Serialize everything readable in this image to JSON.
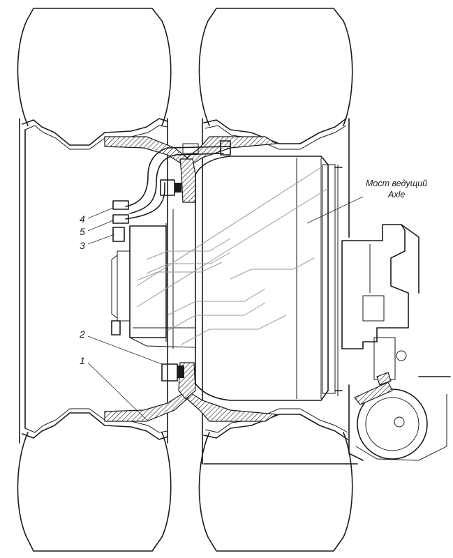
{
  "caption": {
    "line1": "Мост ведущий",
    "line2": "Axle"
  },
  "callouts": [
    {
      "id": "4",
      "text": "4"
    },
    {
      "id": "5",
      "text": "5"
    },
    {
      "id": "3",
      "text": "3"
    },
    {
      "id": "2",
      "text": "2"
    },
    {
      "id": "1",
      "text": "1"
    }
  ]
}
